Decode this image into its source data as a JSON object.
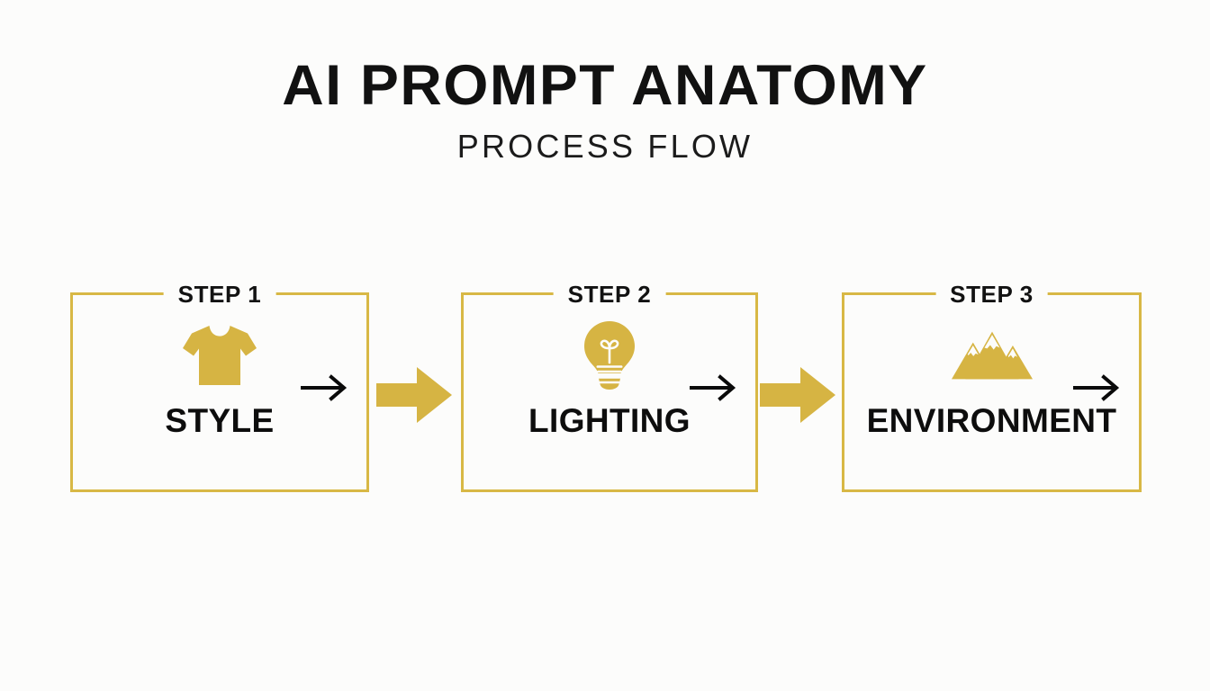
{
  "header": {
    "title": "AI PROMPT ANATOMY",
    "subtitle": "PROCESS FLOW"
  },
  "colors": {
    "gold": "#d8b845",
    "gold_fill": "#d6b443",
    "text": "#111111",
    "background": "#fcfcfb"
  },
  "flow": {
    "steps": [
      {
        "step_label": "STEP 1",
        "name": "STYLE",
        "icon": "tshirt-icon",
        "inner_arrow": "arrow-right-icon"
      },
      {
        "step_label": "STEP 2",
        "name": "LIGHTING",
        "icon": "lightbulb-icon",
        "inner_arrow": "arrow-right-icon"
      },
      {
        "step_label": "STEP 3",
        "name": "ENVIRONMENT",
        "icon": "mountain-icon",
        "inner_arrow": "arrow-right-icon"
      }
    ],
    "connectors": [
      {
        "icon": "block-arrow-right-icon"
      },
      {
        "icon": "block-arrow-right-icon"
      }
    ]
  }
}
